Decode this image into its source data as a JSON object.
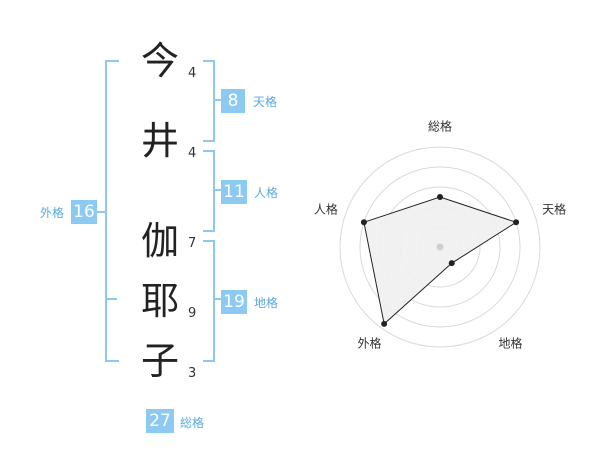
{
  "name": {
    "chars": [
      {
        "char": "今",
        "strokes": "4"
      },
      {
        "char": "井",
        "strokes": "4"
      },
      {
        "char": "伽",
        "strokes": "7"
      },
      {
        "char": "耶",
        "strokes": "9"
      },
      {
        "char": "子",
        "strokes": "3"
      }
    ]
  },
  "kakusu": {
    "tenkaku": {
      "value": "8",
      "label": "天格"
    },
    "jinkaku": {
      "value": "11",
      "label": "人格"
    },
    "chikaku": {
      "value": "19",
      "label": "地格"
    },
    "gaikaku": {
      "value": "16",
      "label": "外格"
    },
    "soukaku": {
      "value": "27",
      "label": "総格"
    }
  },
  "colors": {
    "accent": "#8ccaf2",
    "bracket": "#8cc8f0",
    "label": "#5aa9e0"
  },
  "chart_data": {
    "type": "radar",
    "axes": [
      "総格",
      "天格",
      "地格",
      "外格",
      "人格"
    ],
    "values": [
      0.5,
      0.8,
      0.2,
      0.95,
      0.8
    ],
    "range": [
      0,
      1
    ],
    "rings": 5,
    "grid": true
  }
}
